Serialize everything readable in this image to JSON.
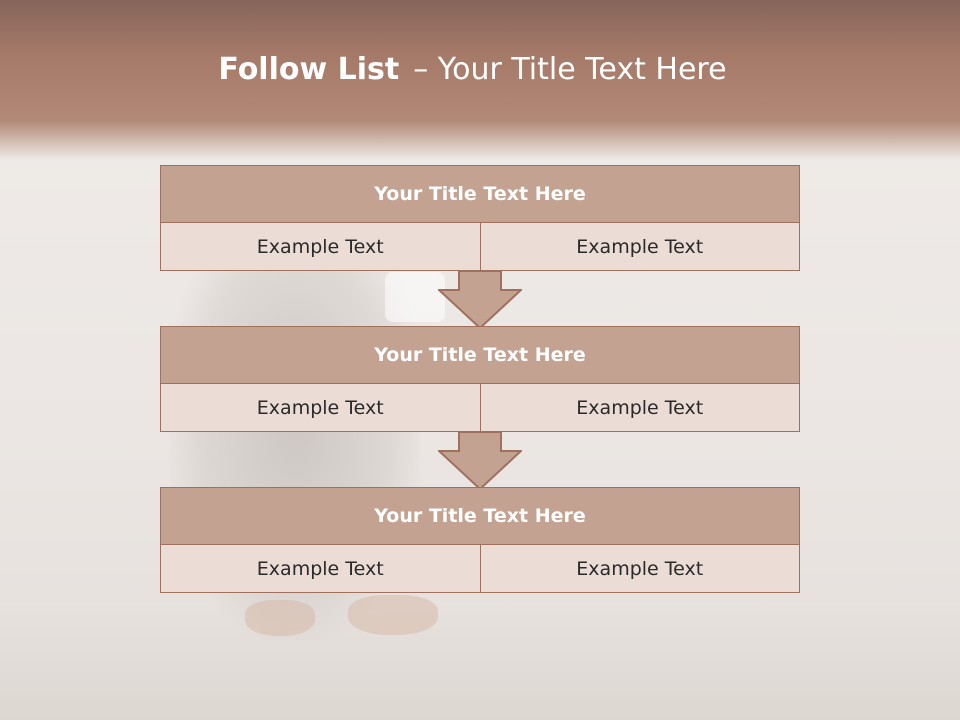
{
  "title": {
    "bold": "Follow List",
    "rest": "– Your Title Text Here"
  },
  "steps": [
    {
      "title": "Your Title Text Here",
      "left": "Example Text",
      "right": "Example Text"
    },
    {
      "title": "Your Title Text Here",
      "left": "Example Text",
      "right": "Example Text"
    },
    {
      "title": "Your Title Text Here",
      "left": "Example Text",
      "right": "Example Text"
    }
  ],
  "colors": {
    "header": "#a67a69",
    "block_title": "#c4a292",
    "block_cell": "#ebdcd6",
    "border": "#a0705f",
    "arrow_fill": "#c4a292"
  }
}
